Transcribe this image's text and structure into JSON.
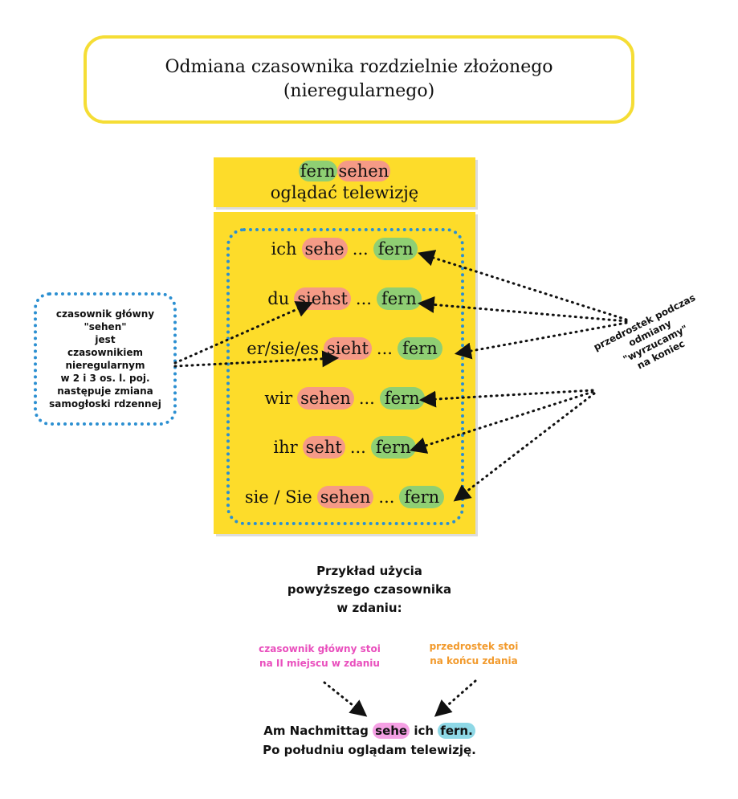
{
  "title": {
    "line1": "Odmiana czasownika rozdzielnie złożonego",
    "line2": "(nieregularnego)"
  },
  "verb": {
    "prefix": "fern",
    "stem": "sehen",
    "translation": "oglądać telewizję"
  },
  "conjugation": [
    {
      "pronoun": "ich",
      "form": "sehe",
      "dots": "...",
      "prefix": "fern"
    },
    {
      "pronoun": "du",
      "form": "siehst",
      "dots": "...",
      "prefix": "fern"
    },
    {
      "pronoun": "er/sie/es",
      "form": "sieht",
      "dots": "...",
      "prefix": "fern"
    },
    {
      "pronoun": "wir",
      "form": "sehen",
      "dots": "...",
      "prefix": "fern"
    },
    {
      "pronoun": "ihr",
      "form": "seht",
      "dots": "...",
      "prefix": "fern"
    },
    {
      "pronoun": "sie / Sie",
      "form": "sehen",
      "dots": "...",
      "prefix": "fern"
    }
  ],
  "left_note": {
    "lines": [
      "czasownik główny",
      "\"sehen\"",
      "jest",
      "czasownikiem",
      "nieregularnym",
      "w 2 i 3 os. l. poj.",
      "następuje zmiana",
      "samogłoski rdzennej"
    ]
  },
  "prefix_note": {
    "lines": [
      "przedrostek podczas",
      "odmiany \"wyrzucamy\"",
      "na koniec"
    ]
  },
  "example": {
    "heading": [
      "Przykład użycia",
      "powyższego czasownika",
      "w zdaniu:"
    ],
    "pink_note": [
      "czasownik główny stoi",
      "na II miejscu w zdaniu"
    ],
    "orange_note": [
      "przedrostek stoi",
      "na końcu zdania"
    ],
    "sentence": {
      "part1": "Am Nachmittag",
      "verb": "sehe",
      "part2": "ich",
      "prefix": "fern.",
      "translation": "Po południu oglądam telewizję."
    }
  },
  "colors": {
    "yellow": "#fddc2a",
    "title_border": "#f5dd35",
    "dotted_blue": "#2b8fd1",
    "verb_highlight": "#f59a86",
    "prefix_highlight": "#8fcf73",
    "pink": "#e94fbd",
    "orange": "#f29a2c",
    "sentence_verb": "#f5a0e4",
    "sentence_prefix": "#8ed8e6"
  }
}
